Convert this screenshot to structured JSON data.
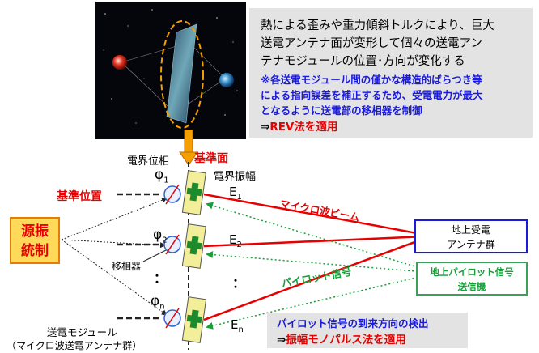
{
  "info": {
    "line1": "熱による歪みや重力傾斜トルクにより、巨大",
    "line2": "送電アンテナ面が変形して個々の送電アン",
    "line3": "テナモジュールの位置･方向が変化する",
    "note1": "※各送電モジュール間の僅かな構造的ばらつき等",
    "note2": "による指向誤差を補正するため、受電電力が最大",
    "note3": "となるように送電部の移相器を制御",
    "rev_arrow": "⇒",
    "rev_text": "REV法を適用"
  },
  "labels": {
    "phase": "電界位相",
    "reference_plane": "基準面",
    "amplitude": "電界振幅",
    "reference_position": "基準位置",
    "phase_shifter": "移相器",
    "microwave_beam": "マイクロ波ビーム",
    "pilot_signal": "パイロット信号",
    "module_line1": "送電モジュール",
    "module_line2": "（マイクロ波送電アンテナ群）",
    "vdots": "："
  },
  "phi": [
    {
      "base": "φ",
      "sub": "1"
    },
    {
      "base": "φ",
      "sub": "2"
    },
    {
      "base": "φ",
      "sub": "n"
    }
  ],
  "E": [
    {
      "base": "E",
      "sub": "1"
    },
    {
      "base": "E",
      "sub": "2"
    },
    {
      "base": "E",
      "sub": "n"
    }
  ],
  "source": {
    "line1": "源振",
    "line2": "統制"
  },
  "ground_receiver": {
    "line1": "地上受電",
    "line2": "アンテナ群"
  },
  "pilot_tx": {
    "line1": "地上パイロット信号",
    "line2": "送信機"
  },
  "bottom": {
    "line1": "パイロット信号の到来方向の検出",
    "arrow": "⇒",
    "method": "振幅モノパルス法を適用"
  },
  "colors": {
    "red": "#e60000",
    "blue": "#1a1adc",
    "green": "#17a03a",
    "panel": "#e3e3e3",
    "module": "#f2ee9a",
    "orange": "#f5a000"
  }
}
